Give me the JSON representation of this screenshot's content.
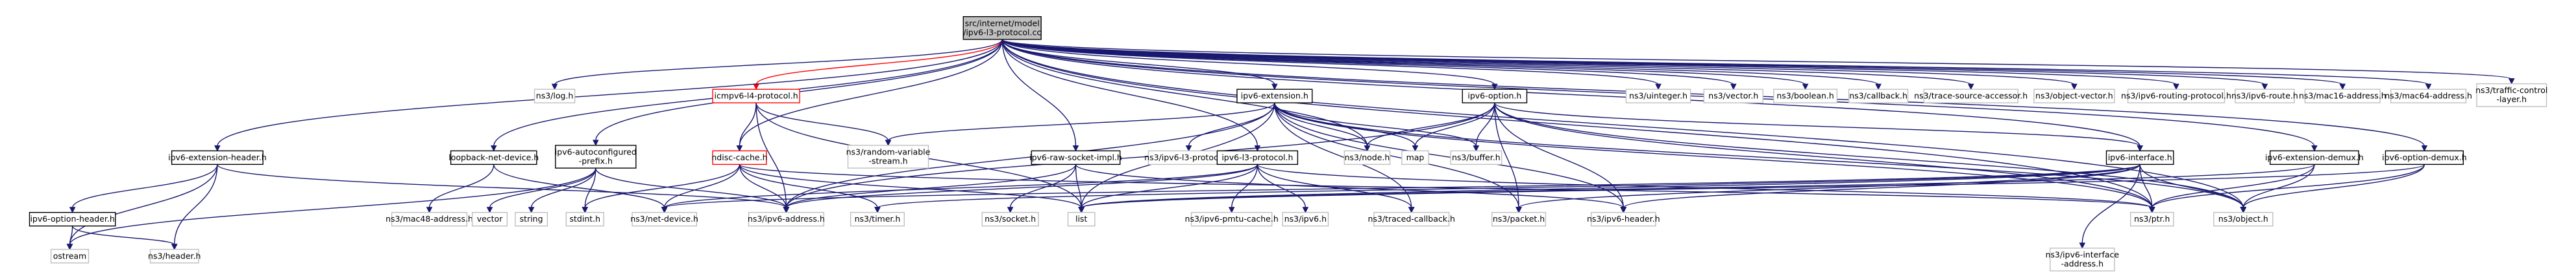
{
  "nodes": {
    "root": [
      "src/internet/model",
      "/ipv6-l3-protocol.cc"
    ],
    "log": [
      "ns3/log.h"
    ],
    "icmpv6l4": [
      "icmpv6-l4-protocol.h"
    ],
    "ipv6ext": [
      "ipv6-extension.h"
    ],
    "ipv6opt": [
      "ipv6-option.h"
    ],
    "uinteger": [
      "ns3/uinteger.h"
    ],
    "vectorh": [
      "ns3/vector.h"
    ],
    "boolean": [
      "ns3/boolean.h"
    ],
    "callback": [
      "ns3/callback.h"
    ],
    "trace": [
      "ns3/trace-source-accessor.h"
    ],
    "objvector": [
      "ns3/object-vector.h"
    ],
    "routing": [
      "ns3/ipv6-routing-protocol.h"
    ],
    "route": [
      "ns3/ipv6-route.h"
    ],
    "mac16": [
      "ns3/mac16-address.h"
    ],
    "mac64": [
      "ns3/mac64-address.h"
    ],
    "tclayer": [
      "ns3/traffic-control",
      "-layer.h"
    ],
    "exthdr": [
      "ipv6-extension-header.h"
    ],
    "loopback": [
      "loopback-net-device.h"
    ],
    "autoconf": [
      "ipv6-autoconfigured",
      "-prefix.h"
    ],
    "ndisc": [
      "ndisc-cache.h"
    ],
    "randvar": [
      "ns3/random-variable",
      "-stream.h"
    ],
    "ipv6l3h": [
      "ns3/ipv6-l3-protocol.h"
    ],
    "rawsock": [
      "ipv6-raw-socket-impl.h"
    ],
    "l3proto": [
      "ipv6-l3-protocol.h"
    ],
    "nodeh": [
      "ns3/node.h"
    ],
    "map": [
      "map"
    ],
    "buffer": [
      "ns3/buffer.h"
    ],
    "iface": [
      "ipv6-interface.h"
    ],
    "extdemux": [
      "ipv6-extension-demux.h"
    ],
    "optdemux": [
      "ipv6-option-demux.h"
    ],
    "opthdr": [
      "ipv6-option-header.h"
    ],
    "ostream": [
      "ostream"
    ],
    "header": [
      "ns3/header.h"
    ],
    "mac48": [
      "ns3/mac48-address.h"
    ],
    "vector": [
      "vector"
    ],
    "string": [
      "string"
    ],
    "stdint": [
      "stdint.h"
    ],
    "netdev": [
      "ns3/net-device.h"
    ],
    "ipv6addr": [
      "ns3/ipv6-address.h"
    ],
    "timer": [
      "ns3/timer.h"
    ],
    "socket": [
      "ns3/socket.h"
    ],
    "list": [
      "list"
    ],
    "pmtu": [
      "ns3/ipv6-pmtu-cache.h"
    ],
    "ipv6h": [
      "ns3/ipv6.h"
    ],
    "traced": [
      "ns3/traced-callback.h"
    ],
    "packet": [
      "ns3/packet.h"
    ],
    "ipv6hdr": [
      "ns3/ipv6-header.h"
    ],
    "ifaceaddr": [
      "ns3/ipv6-interface",
      "-address.h"
    ],
    "ptr": [
      "ns3/ptr.h"
    ],
    "object": [
      "ns3/object.h"
    ]
  },
  "colors": {
    "edge": "#191970",
    "edge_red": "#ff0000",
    "root_fill": "#bfbfbf",
    "external_border": "#bfbfbf",
    "file_border": "#000000",
    "red_border": "#ff0000"
  }
}
